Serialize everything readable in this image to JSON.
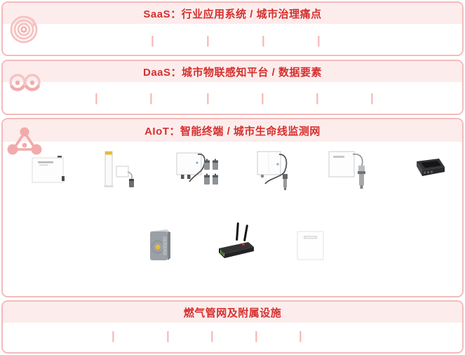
{
  "colors": {
    "accent_red": "#d4302e",
    "panel_border": "#f3bbbb",
    "panel_header_bg": "#fdecec",
    "divider_pink": "#f5b7b7"
  },
  "panels": {
    "saas": {
      "title": "SaaS：行业应用系统 / 城市治理痛点",
      "icon": "radar-circles-icon",
      "separators": [
        "|",
        "|",
        "|",
        "|"
      ]
    },
    "daas": {
      "title": "DaaS：城市物联感知平台 / 数据要素",
      "icon": "double-rings-icon",
      "separators": [
        "|",
        "|",
        "|",
        "|",
        "|",
        "|"
      ]
    },
    "aiot": {
      "title": "AIoT：智能终端 / 城市生命线监测网",
      "icon": "network-triangle-icon",
      "devices": [
        "wall-mounted-detector-image",
        "marker-post-sensor-image",
        "controller-four-sensors-image",
        "sensor-with-probe-image",
        "sensor-with-metal-probe-image",
        "black-edge-gateway-image",
        "industrial-detector-image",
        "wifi-router-image",
        "white-wall-panel-image"
      ]
    },
    "gas": {
      "title": "燃气管网及附属设施",
      "separators": [
        "|",
        "|",
        "|",
        "|",
        "|"
      ]
    }
  }
}
